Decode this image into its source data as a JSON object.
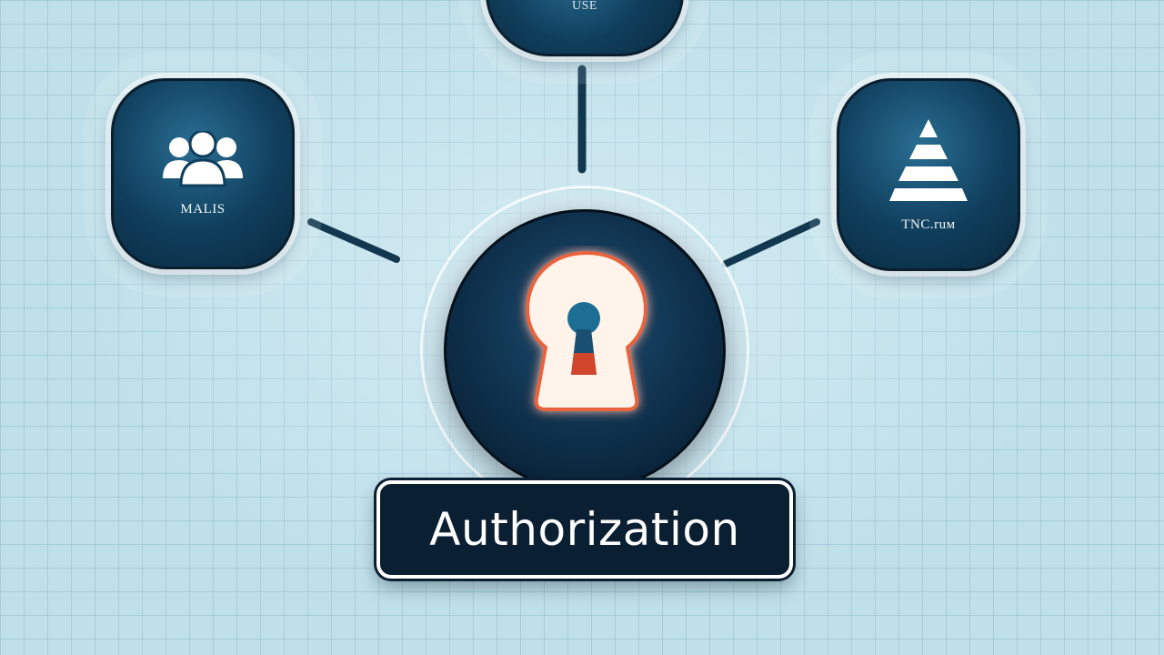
{
  "nodes": {
    "top": {
      "label": "USE"
    },
    "left": {
      "label": "MALIS"
    },
    "right": {
      "label": "TNC.ruм"
    }
  },
  "center": {
    "title": "Authorization"
  },
  "colors": {
    "background": "#bfe0ea",
    "node_fill": "#0f3e5c",
    "connector": "#12384f",
    "keyhole_glow": "#e8623a",
    "label_bg": "#0b1f33"
  },
  "icons": {
    "left": "users-group-icon",
    "right": "pyramid-icon",
    "center": "keyhole-lock-icon"
  }
}
